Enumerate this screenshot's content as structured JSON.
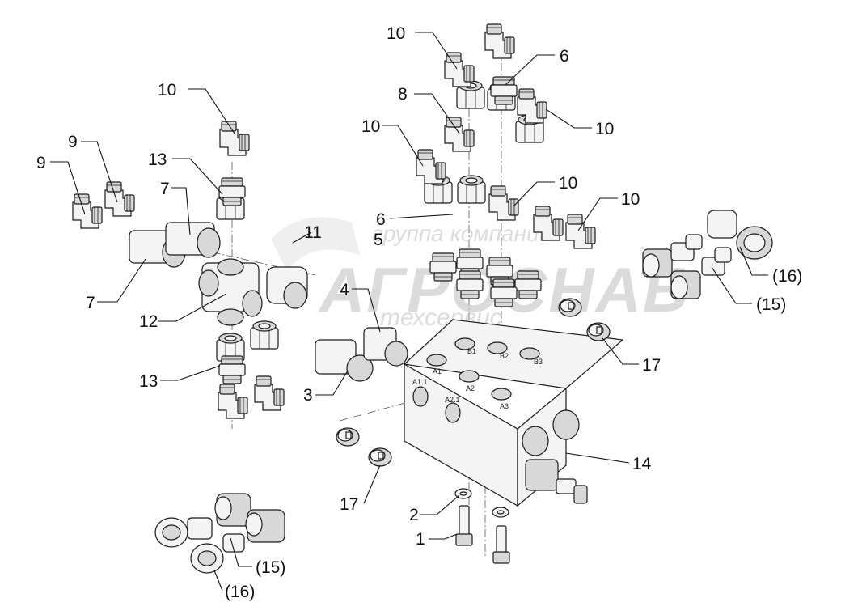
{
  "watermark": {
    "line1": "группа компаний",
    "line2": "АГРОСНАБ",
    "line3": "техсервис"
  },
  "block_ports": [
    "A1.1",
    "A2.1",
    "A1",
    "A2",
    "B1",
    "B2",
    "B3",
    "A3"
  ],
  "callouts": [
    {
      "id": "c10a",
      "text": "10"
    },
    {
      "id": "c6a",
      "text": "6"
    },
    {
      "id": "c10b",
      "text": "10"
    },
    {
      "id": "c8",
      "text": "8"
    },
    {
      "id": "c10c",
      "text": "10"
    },
    {
      "id": "c10d",
      "text": "10"
    },
    {
      "id": "c10e",
      "text": "10"
    },
    {
      "id": "c10f",
      "text": "10"
    },
    {
      "id": "c10g",
      "text": "10"
    },
    {
      "id": "c6b",
      "text": "6"
    },
    {
      "id": "c5",
      "text": "5"
    },
    {
      "id": "c9a",
      "text": "9"
    },
    {
      "id": "c9b",
      "text": "9"
    },
    {
      "id": "c13a",
      "text": "13"
    },
    {
      "id": "c7a",
      "text": "7"
    },
    {
      "id": "c7b",
      "text": "7"
    },
    {
      "id": "c11",
      "text": "11"
    },
    {
      "id": "c12",
      "text": "12"
    },
    {
      "id": "c4",
      "text": "4"
    },
    {
      "id": "c3",
      "text": "3"
    },
    {
      "id": "c13b",
      "text": "13"
    },
    {
      "id": "c16a",
      "text": "(16)"
    },
    {
      "id": "c15a",
      "text": "(15)"
    },
    {
      "id": "c17a",
      "text": "17"
    },
    {
      "id": "c14",
      "text": "14"
    },
    {
      "id": "c17b",
      "text": "17"
    },
    {
      "id": "c2",
      "text": "2"
    },
    {
      "id": "c1",
      "text": "1"
    },
    {
      "id": "c15b",
      "text": "(15)"
    },
    {
      "id": "c16b",
      "text": "(16)"
    }
  ]
}
